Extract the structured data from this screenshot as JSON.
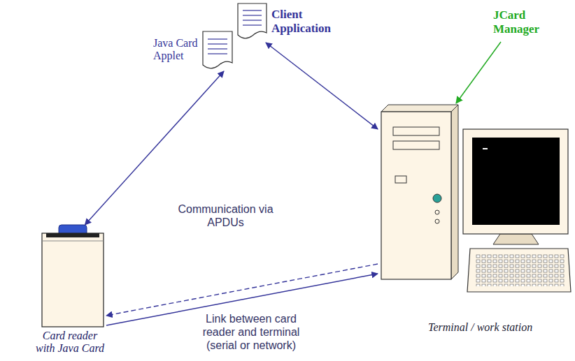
{
  "diagram": {
    "nodes": [
      {
        "text": [
          "Client Application"
        ]
      },
      {
        "text": [
          "Java Card Applet"
        ]
      },
      {
        "text": [
          "Card reader with Java Card"
        ]
      },
      {
        "text": [
          "Terminal / work station"
        ]
      }
    ],
    "edges": [
      {
        "from": 1,
        "to": 2,
        "arrow": "both"
      },
      {
        "from": 0,
        "to": 3,
        "arrow": "both"
      },
      {
        "from": 3,
        "to": 2,
        "arrow": "to",
        "label": "Communication via APDUs"
      },
      {
        "from": 2,
        "to": 3,
        "arrow": "to",
        "label": "Link between card reader and terminal (serial or network)"
      }
    ],
    "labels": [
      "JCard Manager"
    ]
  }
}
